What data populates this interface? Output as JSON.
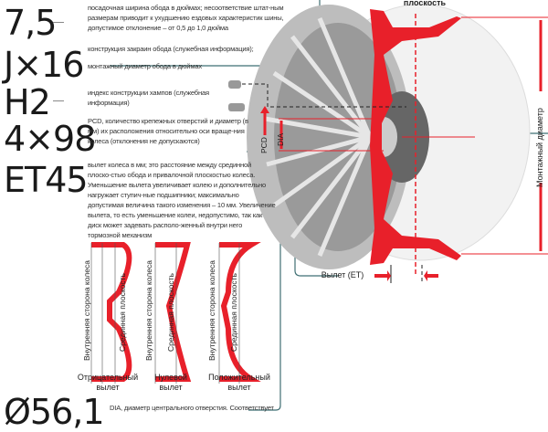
{
  "specs": [
    {
      "code": "7,5",
      "text": "посадочная ширина обода в дюймах; несоответствие штат-ным размерам приводит к ухудшению ездовых характеристик шины, допустимое отклонение – от 0,5 до 1,0 дюйма"
    },
    {
      "code": "J",
      "text": "конструкция закраин обода (служебная информация);"
    },
    {
      "code": "×16",
      "text": "монтажный диаметр обода в дюймах"
    },
    {
      "code": "H2",
      "text": "индекс конструкции хампов (служебная информация)"
    },
    {
      "code": "4×98",
      "text": "PCD, количество крепежных отверстий и диаметр (в мм) их расположения относительно оси враще-ния колеса (отклонения не допускаются)"
    },
    {
      "code": "ET45",
      "text": "вылет колеса в мм; это расстояние между срединной плоско-стью обода и привалочной плоскостью колеса. Уменьшение вылета увеличивает колею и дополнительно нагружает ступич-ные подшипники; максимально допустимая величина такого изменения – 10 мм. Увеличение вылета, то есть уменьшение колеи, недопустимо, так как диск может задевать располо-женный внутри него тормозной механизм"
    },
    {
      "code": "Ø56,1",
      "text": "DIA, диаметр центрального отверстия. Соответствует"
    }
  ],
  "wheel": {
    "top_label": "плоскость",
    "mount_diameter": "Монтажный диаметр",
    "offset": "Вылет (ET)",
    "pcd": "PCD",
    "dia": "DIA"
  },
  "offset_types": [
    {
      "inner": "Внутренняя сторона колеса",
      "mid": "Срединная плоскость",
      "caption1": "Отрицательный",
      "caption2": "вылет"
    },
    {
      "inner": "Внутренняя сторона колеса",
      "mid": "Срединная плоскость",
      "caption1": "Нулевой",
      "caption2": "вылет"
    },
    {
      "inner": "Внутренняя сторона колеса",
      "mid": "Срединная плоскость",
      "caption1": "Положительный",
      "caption2": "вылет"
    }
  ],
  "colors": {
    "accent": "#e8202a",
    "line": "#3f6f73"
  }
}
